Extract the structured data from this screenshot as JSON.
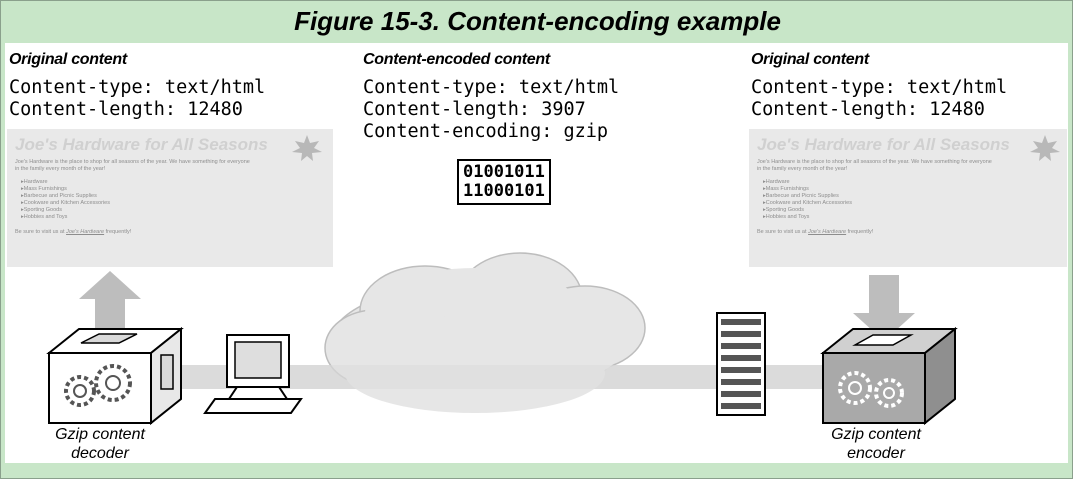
{
  "figure_title": "Figure 15-3. Content-encoding example",
  "left": {
    "heading": "Original content",
    "content_type": "Content-type: text/html",
    "content_length": "Content-length: 12480",
    "caption_line1": "Gzip content",
    "caption_line2": "decoder"
  },
  "middle": {
    "heading": "Content-encoded content",
    "content_type": "Content-type: text/html",
    "content_length": "Content-length: 3907",
    "content_encoding": "Content-encoding: gzip",
    "binary_line1": "01001011",
    "binary_line2": "11000101"
  },
  "right": {
    "heading": "Original content",
    "content_type": "Content-type: text/html",
    "content_length": "Content-length: 12480",
    "caption_line1": "Gzip content",
    "caption_line2": "encoder"
  },
  "web_page": {
    "title": "Joe's Hardware for All Seasons",
    "intro": "Joe's Hardware is the place to shop for all seasons of the year. We have something for everyone in the family every month of the year!",
    "items": [
      "Hardware",
      "Mass Furnishings",
      "Barbecue and Picnic Supplies",
      "Cookware and Kitchen Accessories",
      "Sporting Goods",
      "Hobbies and Toys"
    ],
    "footer_prefix": "Be sure to visit us at ",
    "footer_link": "Joe's Hardware",
    "footer_suffix": " frequently!"
  },
  "colors": {
    "frame_background": "#c8e6c8",
    "panel_background": "#ffffff",
    "pipe_gray": "#d9d9d9",
    "cloud_gray": "#e6e6e6"
  }
}
